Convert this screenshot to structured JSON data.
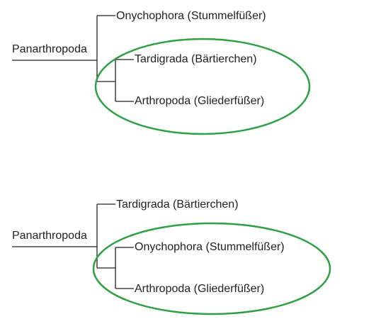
{
  "colors": {
    "line": "#222222",
    "highlight": "#2ea043"
  },
  "trees": [
    {
      "root": "Panarthropoda",
      "leaves": [
        "Onychophora (Stummelfüßer)",
        "Tardigrada (Bärtierchen)",
        "Arthropoda (Gliederfüßer)"
      ]
    },
    {
      "root": "Panarthropoda",
      "leaves": [
        "Tardigrada (Bärtierchen)",
        "Onychophora (Stummelfüßer)",
        "Arthropoda (Gliederfüßer)"
      ]
    }
  ]
}
